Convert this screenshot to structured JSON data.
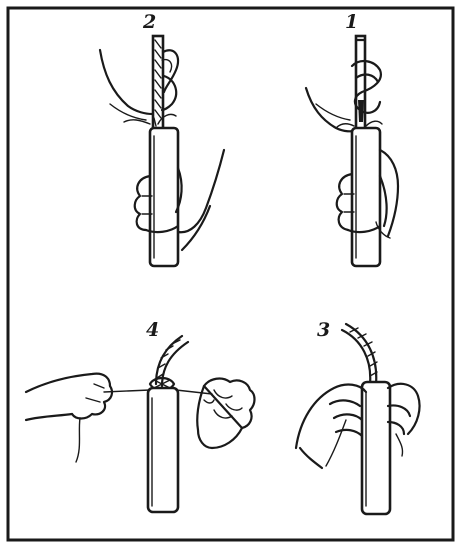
{
  "panels": [
    {
      "number": "2"
    },
    {
      "number": "1"
    },
    {
      "number": "4"
    },
    {
      "number": "3"
    }
  ]
}
